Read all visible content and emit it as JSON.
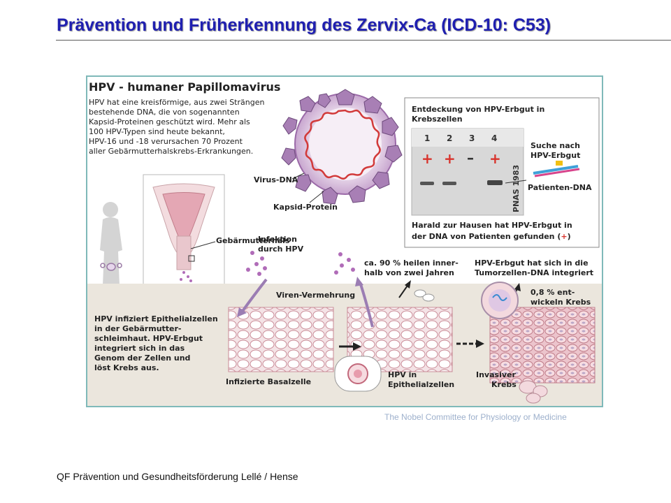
{
  "slide": {
    "title": "Prävention und Früherkennung des Zervix-Ca (ICD-10: C53)",
    "footer": "QF Prävention und Gesundheitsförderung Lellé / Hense",
    "credit": "The Nobel Committee for Physiology or Medicine"
  },
  "figure": {
    "heading": "HPV - humaner Papillomavirus",
    "intro_lines": [
      "HPV hat eine kreisförmige, aus zwei Strängen",
      "bestehende DNA, die von sogenannten",
      "Kapsid-Proteinen geschützt wird. Mehr als",
      "100 HPV-Typen sind heute bekannt,",
      "HPV-16 und -18 verursachen 70 Prozent",
      "aller Gebärmutterhalskrebs-Erkrankungen."
    ],
    "virus_dna_label": "Virus-DNA",
    "capsid_label": "Kapsid-Protein",
    "discovery": {
      "title_lines": [
        "Entdeckung von HPV-Erbgut in",
        "Krebszellen"
      ],
      "lanes": [
        "1",
        "2",
        "3",
        "4"
      ],
      "signs": [
        "+",
        "+",
        "–",
        "+"
      ],
      "side_text": "PNAS 1983",
      "search_lines": [
        "Suche nach",
        "HPV-Erbgut"
      ],
      "patient_dna": "Patienten-DNA",
      "caption_lines": [
        "Harald zur Hausen hat HPV-Erbgut in",
        "der DNA von Patienten gefunden (",
        "+",
        ")"
      ]
    },
    "cervix_label": "Gebärmutterhals",
    "infection_lines": [
      "Infektion",
      "durch HPV"
    ],
    "heal_lines": [
      "ca. 90 % heilen inner-",
      "halb von zwei Jahren"
    ],
    "integrated_lines": [
      "HPV-Erbgut hat sich in die",
      "Tumorzellen-DNA integriert"
    ],
    "virus_replication": "Viren-Vermehrung",
    "cancer_pct_lines": [
      "0,8 % ent-",
      "wickeln Krebs"
    ],
    "bottom_text_lines": [
      "HPV infiziert Epithelialzellen",
      "in der Gebärmutter-",
      "schleimhaut. HPV-Erbgut",
      "integriert sich in das",
      "Genom der Zellen und",
      "löst Krebs aus."
    ],
    "basal_label": "Infizierte Basalzelle",
    "epithelial_lines": [
      "HPV in",
      "Epithelialzellen"
    ],
    "invasive_lines": [
      "Invasiver",
      "Krebs"
    ]
  }
}
